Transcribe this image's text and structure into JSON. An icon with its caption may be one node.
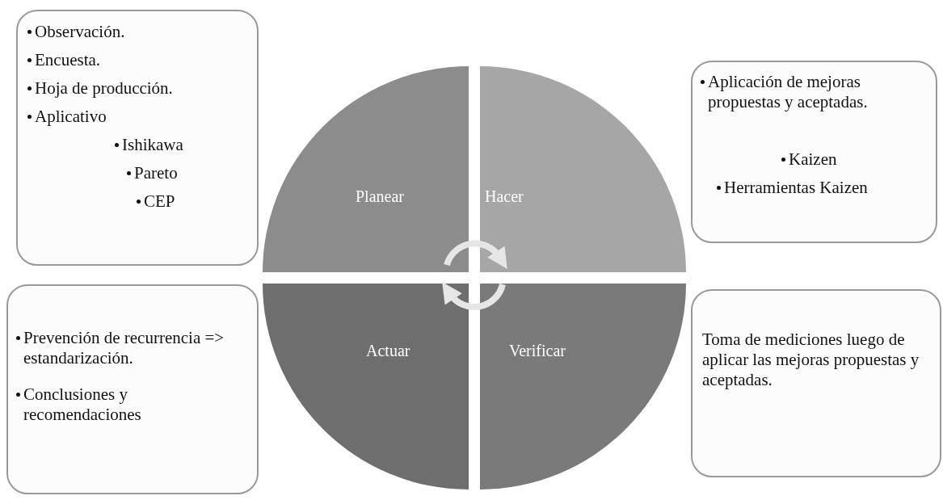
{
  "diagram": {
    "nodes": [
      {
        "text": [
          "Observación.",
          "Encuesta.",
          "Hoja de producción.",
          "Aplicativo",
          "Ishikawa",
          "Pareto",
          "CEP"
        ]
      },
      {
        "text": [
          "Planear"
        ]
      },
      {
        "text": [
          "Hacer"
        ]
      },
      {
        "text": [
          "Aplicación de mejoras propuestas y aceptadas.",
          "Kaizen",
          "Herramientas Kaizen"
        ]
      },
      {
        "text": [
          "Prevención de recurrencia => estandarización.",
          "Conclusiones y recomendaciones"
        ]
      },
      {
        "text": [
          "Actuar"
        ]
      },
      {
        "text": [
          "Verificar"
        ]
      },
      {
        "text": [
          "Toma de mediciones luego de aplicar las mejoras propuestas y aceptadas."
        ]
      }
    ],
    "edges": [
      {
        "from": 1,
        "to": 2,
        "arrow": "to"
      },
      {
        "from": 6,
        "to": 5,
        "arrow": "to"
      }
    ]
  }
}
